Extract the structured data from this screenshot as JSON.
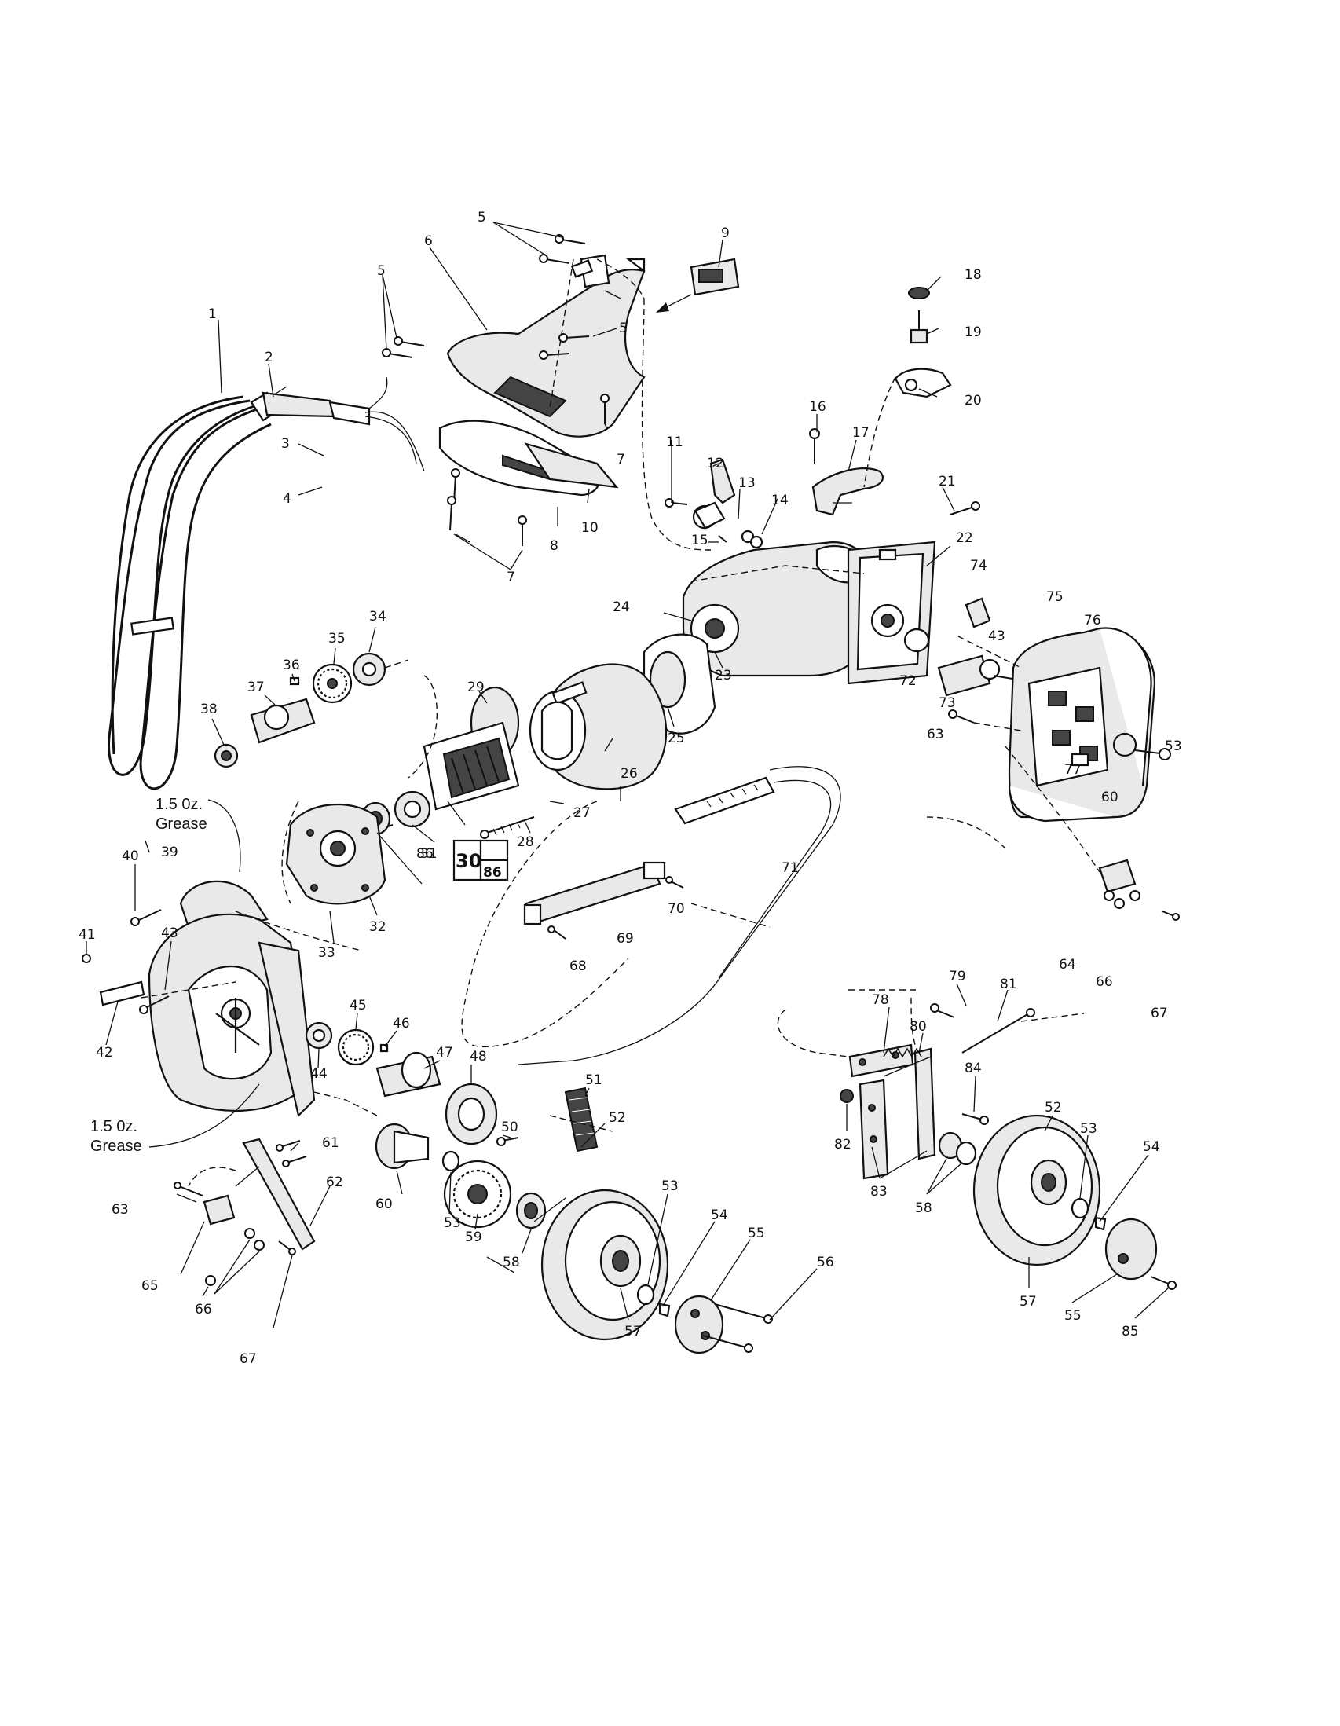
{
  "parts": [
    "1",
    "2",
    "3",
    "4",
    "5",
    "6",
    "7",
    "8",
    "9",
    "10",
    "11",
    "12",
    "13",
    "14",
    "15",
    "16",
    "17",
    "18",
    "19",
    "20",
    "21",
    "22",
    "23",
    "24",
    "25",
    "26",
    "27",
    "28",
    "29",
    "31",
    "32",
    "33",
    "34",
    "35",
    "36",
    "37",
    "38",
    "39",
    "40",
    "41",
    "42",
    "43",
    "44",
    "45",
    "46",
    "47",
    "48",
    "50",
    "51",
    "52",
    "53",
    "54",
    "55",
    "56",
    "57",
    "58",
    "59",
    "60",
    "61",
    "62",
    "63",
    "64",
    "65",
    "66",
    "67",
    "68",
    "69",
    "70",
    "71",
    "72",
    "73",
    "74",
    "75",
    "76",
    "77",
    "78",
    "79",
    "80",
    "81",
    "82",
    "83",
    "84",
    "85",
    "86"
  ],
  "notes": {
    "grease_top_line1": "1.5 0z.",
    "grease_top_line2": "Grease",
    "grease_bottom_line1": "1.5 0z.",
    "grease_bottom_line2": "Grease"
  },
  "boxed_label": {
    "top": "30",
    "bottom": "86"
  }
}
